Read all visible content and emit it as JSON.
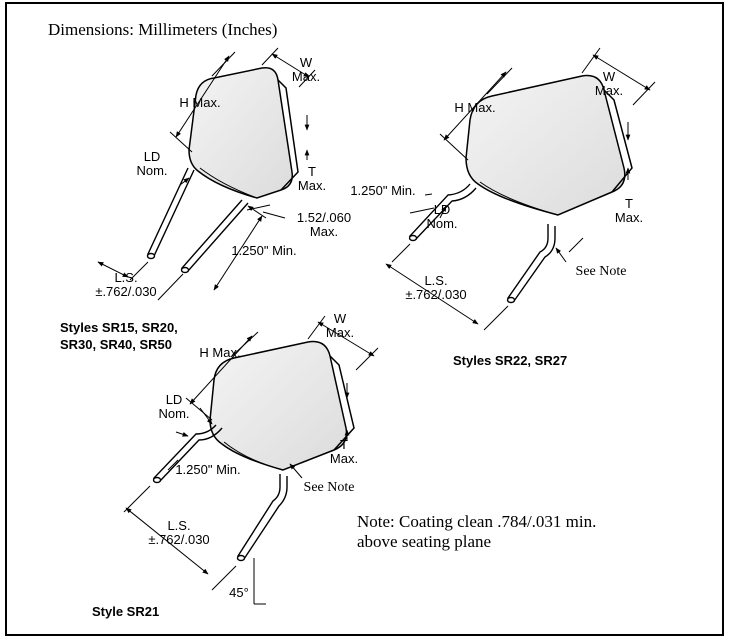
{
  "title": "Dimensions: Millimeters (Inches)",
  "styles": {
    "sr15": {
      "caption": "Styles SR15, SR20,\nSR30, SR40, SR50",
      "labels": {
        "w": "W\nMax.",
        "h": "H Max.",
        "ld": "LD\nNom.",
        "t": "T\nMax.",
        "lead_gap": "1.52/.060\nMax.",
        "min_length": "1.250\" Min.",
        "ls": "L.S.\n±.762/.030"
      }
    },
    "sr22": {
      "caption": "Styles SR22, SR27",
      "labels": {
        "w": "W\nMax.",
        "h": "H Max.",
        "min_length": "1.250\" Min.",
        "ld": "LD\nNom.",
        "t": "T\nMax.",
        "see_note": "See Note",
        "ls": "L.S.\n±.762/.030"
      }
    },
    "sr21": {
      "caption": "Style SR21",
      "labels": {
        "w": "W\nMax.",
        "h": "H Max.",
        "ld": "LD\nNom.",
        "t": "T\nMax.",
        "min_length": "1.250\" Min.",
        "see_note": "See Note",
        "ls": "L.S.\n±.762/.030",
        "angle": "45°"
      }
    }
  },
  "note": "Note: Coating clean .784/.031 min.\nabove seating plane"
}
